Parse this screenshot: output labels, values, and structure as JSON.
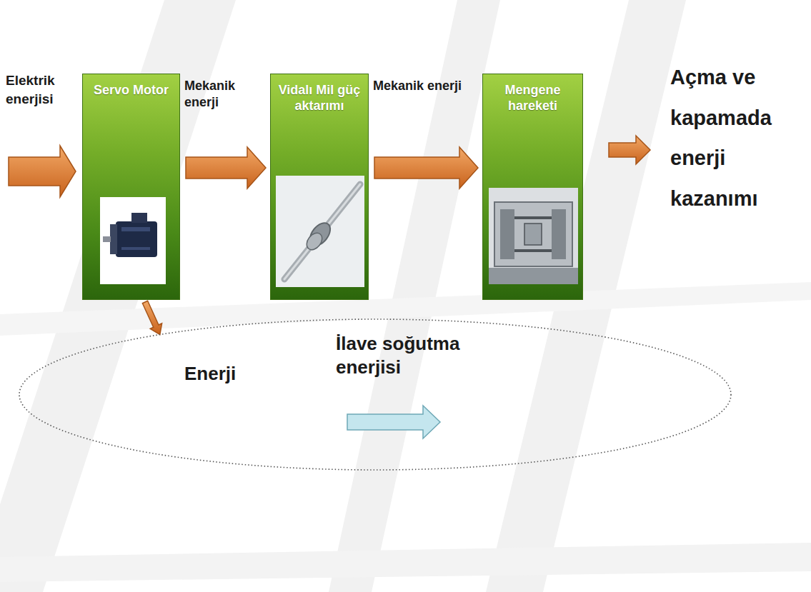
{
  "diagram": {
    "nodes": [
      {
        "text": [
          "Servo Motor"
        ]
      },
      {
        "text": [
          "Vidalı Mil güç aktarımı"
        ]
      },
      {
        "text": [
          "Mengene hareketi"
        ]
      },
      {
        "text": [
          "Enerji",
          "İlave soğutma enerjisi"
        ]
      }
    ],
    "edges": [
      {
        "from": 0,
        "to": 1,
        "arrow": "to",
        "label": "Mekanik enerji"
      },
      {
        "from": 1,
        "to": 2,
        "arrow": "to",
        "label": "Mekanik enerji"
      },
      {
        "from": 0,
        "to": 3,
        "arrow": "to"
      }
    ],
    "labels": [
      "Elektrik enerjisi",
      "Açma ve kapamada enerji kazanımı"
    ]
  }
}
